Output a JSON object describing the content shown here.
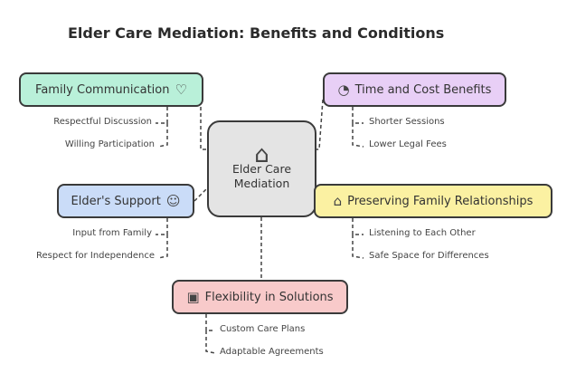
{
  "title": "Elder Care Mediation: Benefits and Conditions",
  "center": {
    "label": "Elder Care Mediation",
    "icon": "family-home-icon"
  },
  "nodes": {
    "family_communication": {
      "label": "Family Communication",
      "icon": "family-heart-icon",
      "color": "#b9f0d9",
      "items": [
        "Respectful Discussion",
        "Willing Participation"
      ]
    },
    "time_cost": {
      "label": "Time and Cost Benefits",
      "icon": "chart-magnifier-icon",
      "color": "#e8cff6",
      "items": [
        "Shorter Sessions",
        "Lower Legal Fees"
      ]
    },
    "elders_support": {
      "label": "Elder's Support",
      "icon": "elder-family-icon",
      "color": "#cadcf8",
      "items": [
        "Input from Family",
        "Respect for Independence"
      ]
    },
    "preserving": {
      "label": "Preserving Family Relationships",
      "icon": "family-house-icon",
      "color": "#fbf1a2",
      "items": [
        "Listening to Each Other",
        "Safe Space for Differences"
      ]
    },
    "flexibility": {
      "label": "Flexibility in Solutions",
      "icon": "puzzle-icon",
      "color": "#f8caca",
      "items": [
        "Custom Care Plans",
        "Adaptable Agreements"
      ]
    }
  }
}
